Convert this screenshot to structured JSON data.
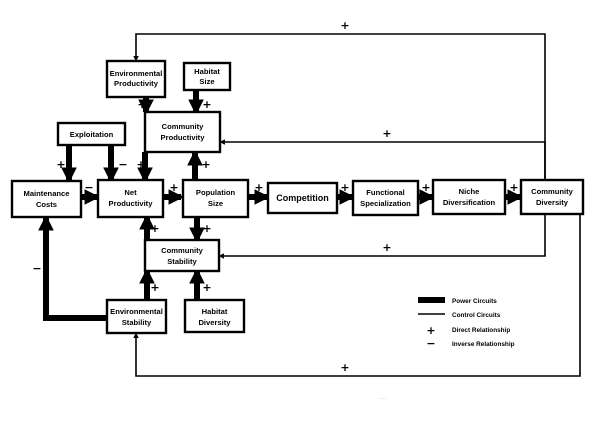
{
  "boxes": {
    "env_productivity": [
      "Environmental",
      "Productivity"
    ],
    "habitat_size": [
      "Habitat",
      "Size"
    ],
    "exploitation": [
      "Exploitation"
    ],
    "community_productivity": [
      "Community",
      "Productivity"
    ],
    "maintenance_costs": [
      "Maintenance",
      "Costs"
    ],
    "net_productivity": [
      "Net",
      "Productivity"
    ],
    "population_size": [
      "Population",
      "Size"
    ],
    "competition": [
      "Competition"
    ],
    "functional_specialization": [
      "Functional",
      "Specialization"
    ],
    "niche_diversification": [
      "Niche",
      "Diversification"
    ],
    "community_diversity": [
      "Community",
      "Diversity"
    ],
    "community_stability": [
      "Community",
      "Stability"
    ],
    "env_stability": [
      "Environmental",
      "Stability"
    ],
    "habitat_diversity": [
      "Habitat",
      "Diversity"
    ]
  },
  "signs": {
    "plus": "+",
    "minus": "−"
  },
  "legend": {
    "power": "Power Circuits",
    "control": "Control Circuits",
    "direct": "Direct Relationship",
    "inverse": "Inverse Relationship",
    "direct_symbol": "+",
    "inverse_symbol": "−"
  },
  "stray_mark": "· · ·"
}
